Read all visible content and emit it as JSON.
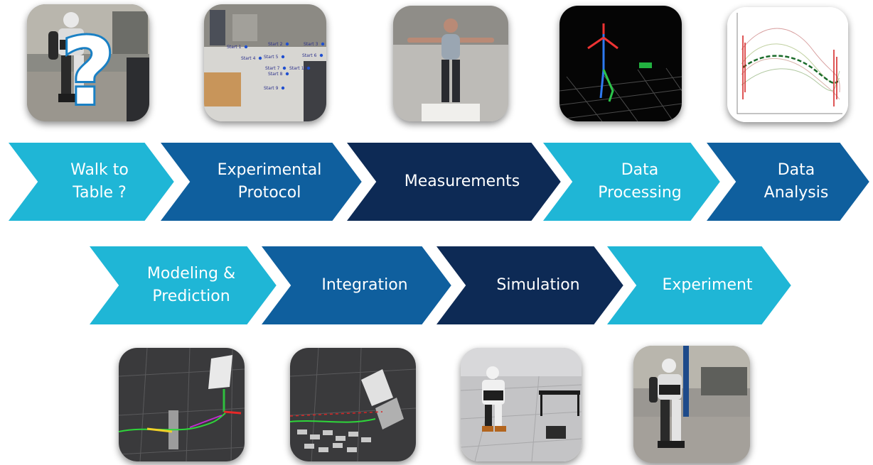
{
  "colors": {
    "light": "#1fb6d6",
    "mid": "#0f5f9e",
    "dark": "#0d2a55"
  },
  "row1": [
    {
      "label": "Walk to\nTable ?",
      "shade": "light"
    },
    {
      "label": "Experimental\nProtocol",
      "shade": "mid"
    },
    {
      "label": "Measurements",
      "shade": "dark"
    },
    {
      "label": "Data\nProcessing",
      "shade": "light"
    },
    {
      "label": "Data\nAnalysis",
      "shade": "mid"
    }
  ],
  "row2": [
    {
      "label": "Modeling &\nPrediction",
      "shade": "light"
    },
    {
      "label": "Integration",
      "shade": "mid"
    },
    {
      "label": "Simulation",
      "shade": "dark"
    },
    {
      "label": "Experiment",
      "shade": "light"
    }
  ],
  "protocol_markers": [
    "Start 1",
    "Start 2",
    "Start 3",
    "Start 4",
    "Start 5",
    "Start 6",
    "Start 7",
    "Start 8",
    "Start 9",
    "Start 10"
  ],
  "question_mark": "?",
  "images": [
    {
      "name": "robot-question-photo",
      "icon": "humanoid-robot-photo"
    },
    {
      "name": "protocol-room-photo",
      "icon": "lab-room-photo"
    },
    {
      "name": "tpose-person-photo",
      "icon": "person-photo"
    },
    {
      "name": "skeleton-render",
      "icon": "motion-capture-skeleton"
    },
    {
      "name": "analysis-plot-thumbnail",
      "icon": "trajectory-plot"
    },
    {
      "name": "model-trajectory-render",
      "icon": "trajectory-render"
    },
    {
      "name": "footsteps-render",
      "icon": "footstep-plan-render"
    },
    {
      "name": "simulation-render",
      "icon": "robot-simulation"
    },
    {
      "name": "experiment-robot-photo",
      "icon": "humanoid-robot-photo"
    }
  ]
}
